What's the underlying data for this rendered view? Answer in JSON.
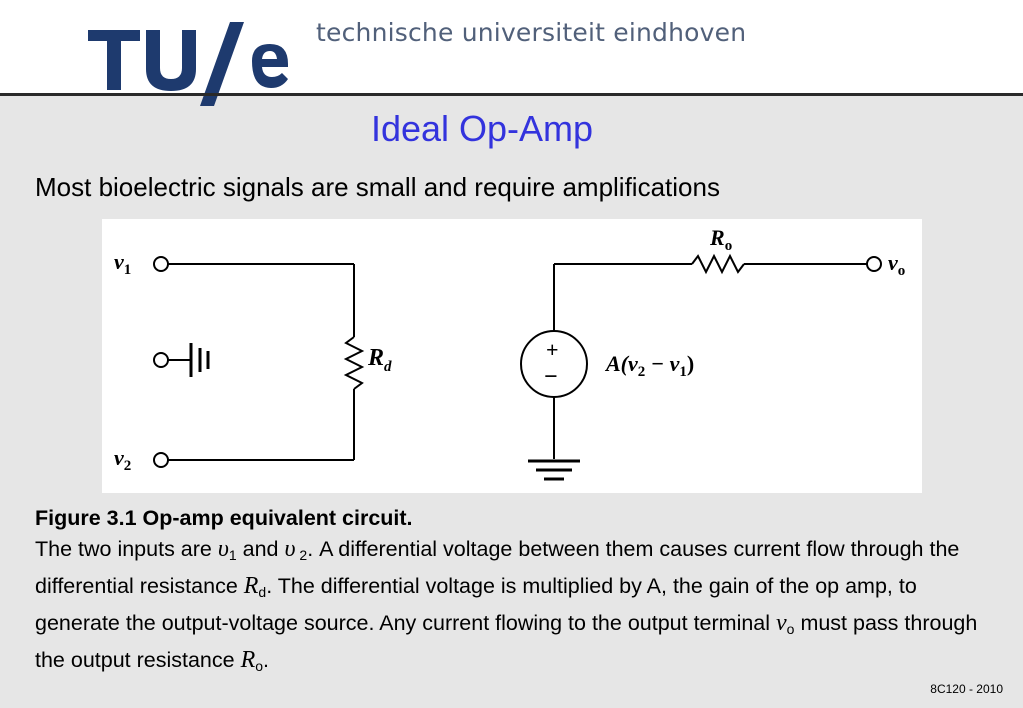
{
  "header": {
    "logo_text": "TU/e",
    "university": "technische universiteit eindhoven"
  },
  "slide": {
    "title": "Ideal Op-Amp",
    "subtitle": "Most bioelectric signals are small and require amplifications"
  },
  "figure": {
    "labels": {
      "v1": "v",
      "v1_sub": "1",
      "v2": "v",
      "v2_sub": "2",
      "rd": "R",
      "rd_sub": "d",
      "ro": "R",
      "ro_sub": "o",
      "vo": "v",
      "vo_sub": "o",
      "plus": "+",
      "minus": "−",
      "gain_a": "A(",
      "gain_v2": "v",
      "gain_v2_sub": "2",
      "gain_mid": " − ",
      "gain_v1": "v",
      "gain_v1_sub": "1",
      "gain_close": ")"
    }
  },
  "caption": {
    "title": "Figure 3.1 Op-amp equivalent circuit.",
    "p1": "The two inputs are ",
    "u1": "υ",
    "u1_sub": "1",
    "p2": " and ",
    "u2": "υ",
    "u2_sub": " 2",
    "p3": ". A differential voltage between them causes current flow through the differential resistance ",
    "rd": "R",
    "rd_sub": "d",
    "p4": ". The differential voltage is multiplied by A, the gain of the op amp, to generate the output-voltage source. Any current flowing to the output terminal ",
    "vo": "v",
    "vo_sub": "o",
    "p5": " must pass through the output resistance ",
    "ro": "R",
    "ro_sub": "o",
    "p6": "."
  },
  "footer": {
    "course": "8C120 - 2010"
  },
  "colors": {
    "title": "#3333dd",
    "logo": "#1e3a6e",
    "university_text": "#51607a",
    "background": "#e6e6e6"
  }
}
